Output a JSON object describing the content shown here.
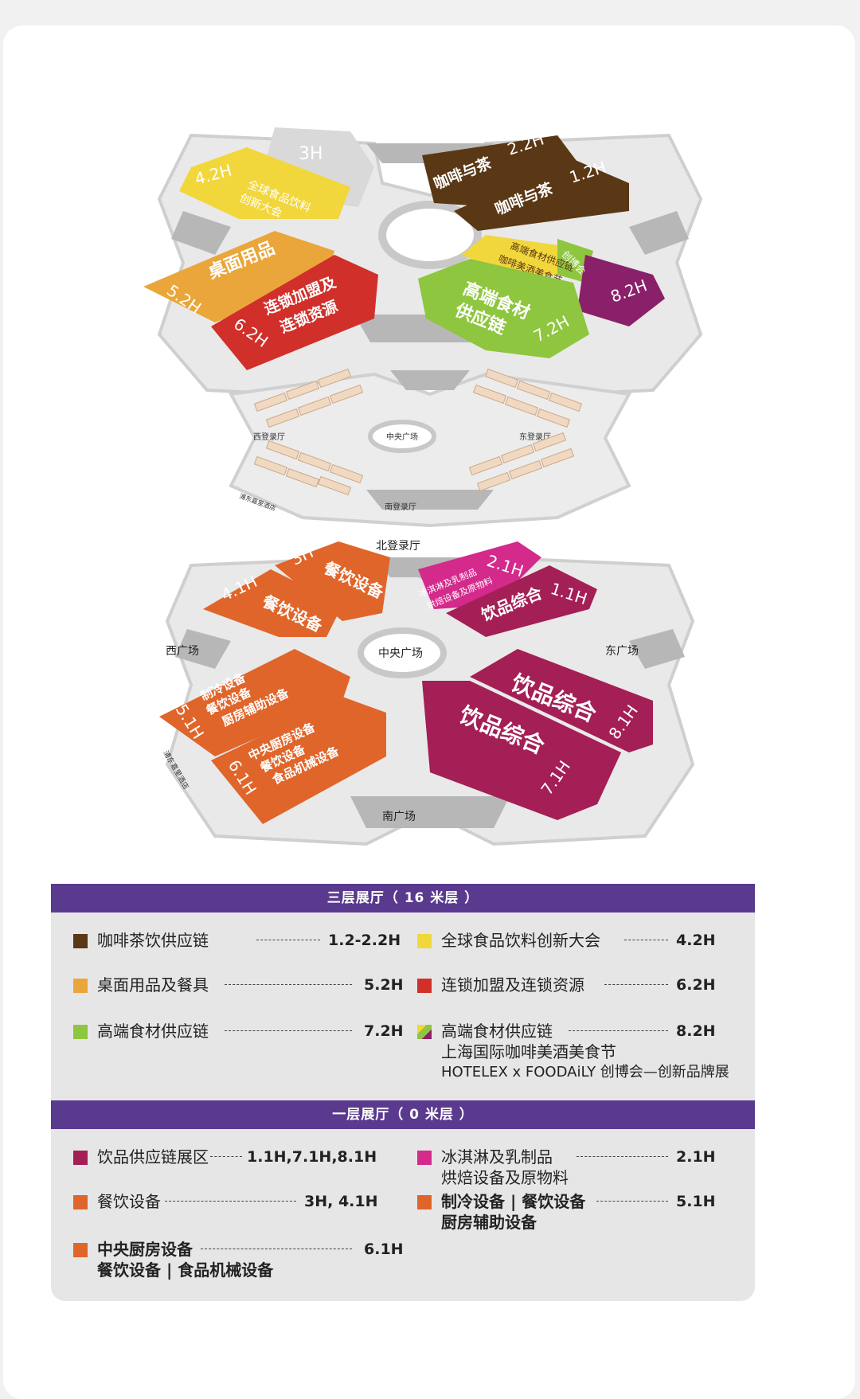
{
  "colors": {
    "brown": "#5a3715",
    "yellow": "#f2d73c",
    "orange_light": "#eaa63a",
    "red": "#d12f2a",
    "green": "#8ec63f",
    "purple": "#8a1f6a",
    "maroon": "#a41f55",
    "magenta": "#d32a8c",
    "orange": "#e0652a",
    "header": "#5a3a8f"
  },
  "map": {
    "upper": {
      "h3": "3H",
      "h42": "4.2H",
      "h42_text1": "全球食品饮料",
      "h42_text2": "创新大会",
      "h22": "2.2H",
      "h22_text": "咖啡与茶",
      "h12": "1.2H",
      "h12_text": "咖啡与茶",
      "h52": "5.2H",
      "h52_text": "桌面用品",
      "h62": "6.2H",
      "h62_text1": "连锁加盟及",
      "h62_text2": "连锁资源",
      "h82_small1": "高端食材供应链",
      "h82_small2": "咖啡美酒美食节",
      "h82_chuang1": "创博会",
      "h72_text1": "高端食材",
      "h72_text2": "供应链",
      "h72": "7.2H",
      "h82": "8.2H"
    },
    "middle": {
      "central": "中央广场",
      "west": "西登录厅",
      "east": "东登录厅",
      "south": "南登录厅",
      "hotel": "浦东嘉里酒店"
    },
    "lower": {
      "north_hall": "北登录厅",
      "h41": "4.1H",
      "h41_text": "餐饮设备",
      "h3": "3H",
      "h3_text": "餐饮设备",
      "h21": "2.1H",
      "h21_text1": "冰淇淋及乳制品",
      "h21_text2": "烘焙设备及原物料",
      "h11": "1.1H",
      "h11_text": "饮品综合",
      "west_plaza": "西广场",
      "east_plaza": "东广场",
      "central_plaza": "中央广场",
      "h51": "5.1H",
      "h51_text1": "制冷设备",
      "h51_text2": "餐饮设备",
      "h51_text3": "厨房辅助设备",
      "h61": "6.1H",
      "h61_text1": "中央厨房设备",
      "h61_text2": "餐饮设备",
      "h61_text3": "食品机械设备",
      "h81": "8.1H",
      "h81_text": "饮品综合",
      "h71": "7.1H",
      "h71_text": "饮品综合",
      "south_plaza": "南广场",
      "hotel": "浦东嘉里酒店"
    }
  },
  "legend_upper": {
    "title": "三层展厅（ 16 米层 ）",
    "items": [
      {
        "label": "咖啡茶饮供应链",
        "hall": "1.2-2.2H"
      },
      {
        "label": "全球食品饮料创新大会",
        "hall": "4.2H"
      },
      {
        "label": "桌面用品及餐具",
        "hall": "5.2H"
      },
      {
        "label": "连锁加盟及连锁资源",
        "hall": "6.2H"
      },
      {
        "label": "高端食材供应链",
        "hall": "7.2H"
      },
      {
        "label": "高端食材供应链",
        "hall": "8.2H",
        "sub1": "上海国际咖啡美酒美食节",
        "sub2": "HOTELEX x FOODAiLY 创博会—创新品牌展"
      }
    ]
  },
  "legend_lower": {
    "title": "一层展厅（ 0 米层 ）",
    "items": [
      {
        "label": "饮品供应链展区",
        "hall": "1.1H,7.1H,8.1H"
      },
      {
        "label": "冰淇淋及乳制品",
        "hall": "2.1H",
        "sub1": "烘焙设备及原物料"
      },
      {
        "label": "餐饮设备",
        "hall": "3H, 4.1H"
      },
      {
        "label": "制冷设备 | 餐饮设备",
        "hall": "5.1H",
        "sub1": "厨房辅助设备"
      },
      {
        "label": "中央厨房设备",
        "hall": "6.1H",
        "sub1": "餐饮设备 | 食品机械设备"
      }
    ]
  }
}
